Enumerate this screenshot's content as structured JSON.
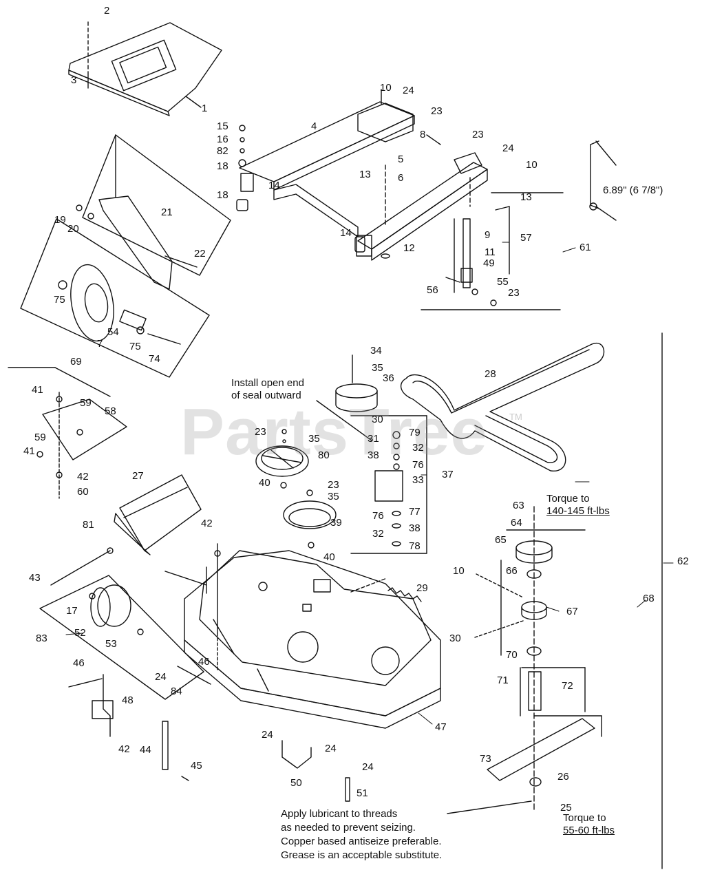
{
  "watermark": {
    "text": "PartsTree",
    "trademark": "TM",
    "color": "#9a9a9a"
  },
  "line_color": "#111111",
  "callouts": [
    {
      "id": "c2",
      "text": "2"
    },
    {
      "id": "c3",
      "text": "3"
    },
    {
      "id": "c1",
      "text": "1"
    },
    {
      "id": "c10a",
      "text": "10"
    },
    {
      "id": "c24a",
      "text": "24"
    },
    {
      "id": "c23a",
      "text": "23"
    },
    {
      "id": "c8",
      "text": "8"
    },
    {
      "id": "c23b",
      "text": "23"
    },
    {
      "id": "c24b",
      "text": "24"
    },
    {
      "id": "c10b",
      "text": "10"
    },
    {
      "id": "c4",
      "text": "4"
    },
    {
      "id": "c15",
      "text": "15"
    },
    {
      "id": "c16",
      "text": "16"
    },
    {
      "id": "c82",
      "text": "82"
    },
    {
      "id": "c18a",
      "text": "18"
    },
    {
      "id": "c18b",
      "text": "18"
    },
    {
      "id": "c14a",
      "text": "14"
    },
    {
      "id": "c13a",
      "text": "13"
    },
    {
      "id": "c5",
      "text": "5"
    },
    {
      "id": "c6",
      "text": "6"
    },
    {
      "id": "c13b",
      "text": "13"
    },
    {
      "id": "c14b",
      "text": "14"
    },
    {
      "id": "c12",
      "text": "12"
    },
    {
      "id": "c9",
      "text": "9"
    },
    {
      "id": "c57",
      "text": "57"
    },
    {
      "id": "c11",
      "text": "11"
    },
    {
      "id": "c49",
      "text": "49"
    },
    {
      "id": "c56",
      "text": "56"
    },
    {
      "id": "c55",
      "text": "55"
    },
    {
      "id": "c23c",
      "text": "23"
    },
    {
      "id": "c61",
      "text": "61"
    },
    {
      "id": "c21",
      "text": "21"
    },
    {
      "id": "c19",
      "text": "19"
    },
    {
      "id": "c20",
      "text": "20"
    },
    {
      "id": "c22",
      "text": "22"
    },
    {
      "id": "c75a",
      "text": "75"
    },
    {
      "id": "c54",
      "text": "54"
    },
    {
      "id": "c7",
      "text": "7"
    },
    {
      "id": "c75b",
      "text": "75"
    },
    {
      "id": "c74",
      "text": "74"
    },
    {
      "id": "c69",
      "text": "69"
    },
    {
      "id": "c34",
      "text": "34"
    },
    {
      "id": "c35a",
      "text": "35"
    },
    {
      "id": "c36",
      "text": "36"
    },
    {
      "id": "c28",
      "text": "28"
    },
    {
      "id": "c41a",
      "text": "41"
    },
    {
      "id": "c59a",
      "text": "59"
    },
    {
      "id": "c58",
      "text": "58"
    },
    {
      "id": "c59b",
      "text": "59"
    },
    {
      "id": "c41b",
      "text": "41"
    },
    {
      "id": "c42a",
      "text": "42"
    },
    {
      "id": "c60",
      "text": "60"
    },
    {
      "id": "c30a",
      "text": "30"
    },
    {
      "id": "c79",
      "text": "79"
    },
    {
      "id": "c31",
      "text": "31"
    },
    {
      "id": "c32a",
      "text": "32"
    },
    {
      "id": "c23d",
      "text": "23"
    },
    {
      "id": "c35b",
      "text": "35"
    },
    {
      "id": "c80",
      "text": "80"
    },
    {
      "id": "c38a",
      "text": "38"
    },
    {
      "id": "c76a",
      "text": "76"
    },
    {
      "id": "c33",
      "text": "33"
    },
    {
      "id": "c37",
      "text": "37"
    },
    {
      "id": "c40a",
      "text": "40"
    },
    {
      "id": "c23e",
      "text": "23"
    },
    {
      "id": "c35c",
      "text": "35"
    },
    {
      "id": "c27",
      "text": "27"
    },
    {
      "id": "c76b",
      "text": "76"
    },
    {
      "id": "c77",
      "text": "77"
    },
    {
      "id": "c39",
      "text": "39"
    },
    {
      "id": "c32b",
      "text": "32"
    },
    {
      "id": "c38b",
      "text": "38"
    },
    {
      "id": "c78",
      "text": "78"
    },
    {
      "id": "c40b",
      "text": "40"
    },
    {
      "id": "c63",
      "text": "63"
    },
    {
      "id": "c64",
      "text": "64"
    },
    {
      "id": "c65",
      "text": "65"
    },
    {
      "id": "c10c",
      "text": "10"
    },
    {
      "id": "c66",
      "text": "66"
    },
    {
      "id": "c62",
      "text": "62"
    },
    {
      "id": "c81",
      "text": "81"
    },
    {
      "id": "c42b",
      "text": "42"
    },
    {
      "id": "c43",
      "text": "43"
    },
    {
      "id": "c29",
      "text": "29"
    },
    {
      "id": "c68",
      "text": "68"
    },
    {
      "id": "c67",
      "text": "67"
    },
    {
      "id": "c17",
      "text": "17"
    },
    {
      "id": "c52",
      "text": "52"
    },
    {
      "id": "c83",
      "text": "83"
    },
    {
      "id": "c53",
      "text": "53"
    },
    {
      "id": "c30b",
      "text": "30"
    },
    {
      "id": "c70",
      "text": "70"
    },
    {
      "id": "c46a",
      "text": "46"
    },
    {
      "id": "c46b",
      "text": "46"
    },
    {
      "id": "c24c",
      "text": "24"
    },
    {
      "id": "c84",
      "text": "84"
    },
    {
      "id": "c71",
      "text": "71"
    },
    {
      "id": "c72",
      "text": "72"
    },
    {
      "id": "c48",
      "text": "48"
    },
    {
      "id": "c42c",
      "text": "42"
    },
    {
      "id": "c47",
      "text": "47"
    },
    {
      "id": "c44",
      "text": "44"
    },
    {
      "id": "c24d",
      "text": "24"
    },
    {
      "id": "c24e",
      "text": "24"
    },
    {
      "id": "c73",
      "text": "73"
    },
    {
      "id": "c45",
      "text": "45"
    },
    {
      "id": "c50",
      "text": "50"
    },
    {
      "id": "c24f",
      "text": "24"
    },
    {
      "id": "c26",
      "text": "26"
    },
    {
      "id": "c51",
      "text": "51"
    },
    {
      "id": "c25",
      "text": "25"
    }
  ],
  "notes": {
    "dimension": "6.89\" (6 7/8\")",
    "seal_line1": "Install open end",
    "seal_line2": "of seal outward",
    "torque_top_line1": "Torque to",
    "torque_top_line2": "140-145 ft-lbs",
    "torque_bottom_line1": "Torque to",
    "torque_bottom_line2": "55-60 ft-lbs",
    "lube_line1": "Apply lubricant to threads",
    "lube_line2": "as needed to prevent seizing.",
    "lube_line3": "Copper based antiseize preferable.",
    "lube_line4": "Grease is an acceptable substitute."
  }
}
